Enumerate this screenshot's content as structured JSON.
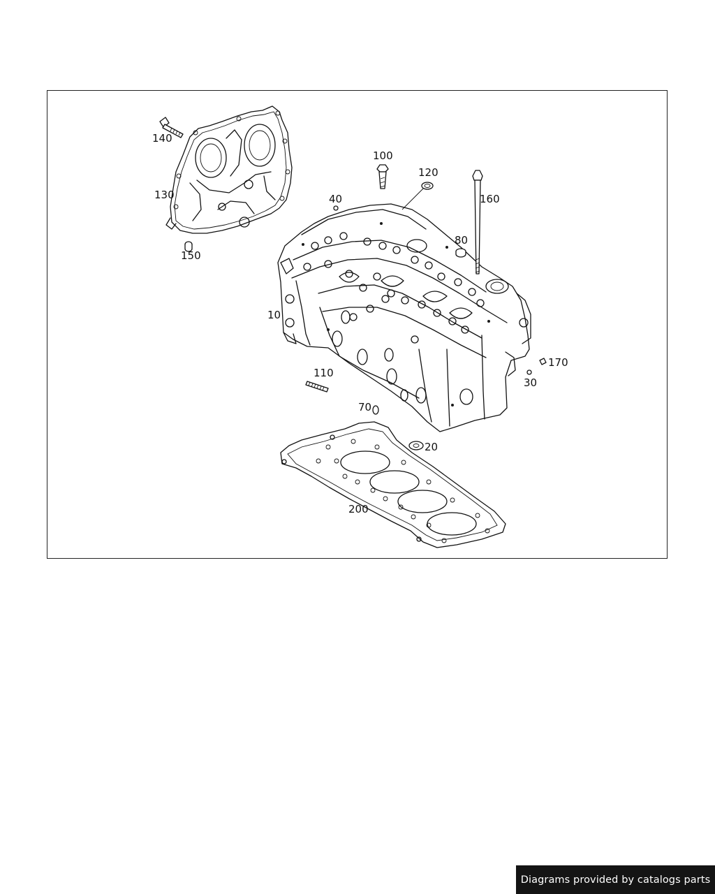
{
  "diagram": {
    "callouts": {
      "c10": "10",
      "c20": "20",
      "c30": "30",
      "c40": "40",
      "c70": "70",
      "c80": "80",
      "c100": "100",
      "c110": "110",
      "c120": "120",
      "c130": "130",
      "c140": "140",
      "c150": "150",
      "c160": "160",
      "c170": "170",
      "c200": "200"
    }
  },
  "footer": {
    "credit": "Diagrams provided by catalogs parts"
  }
}
